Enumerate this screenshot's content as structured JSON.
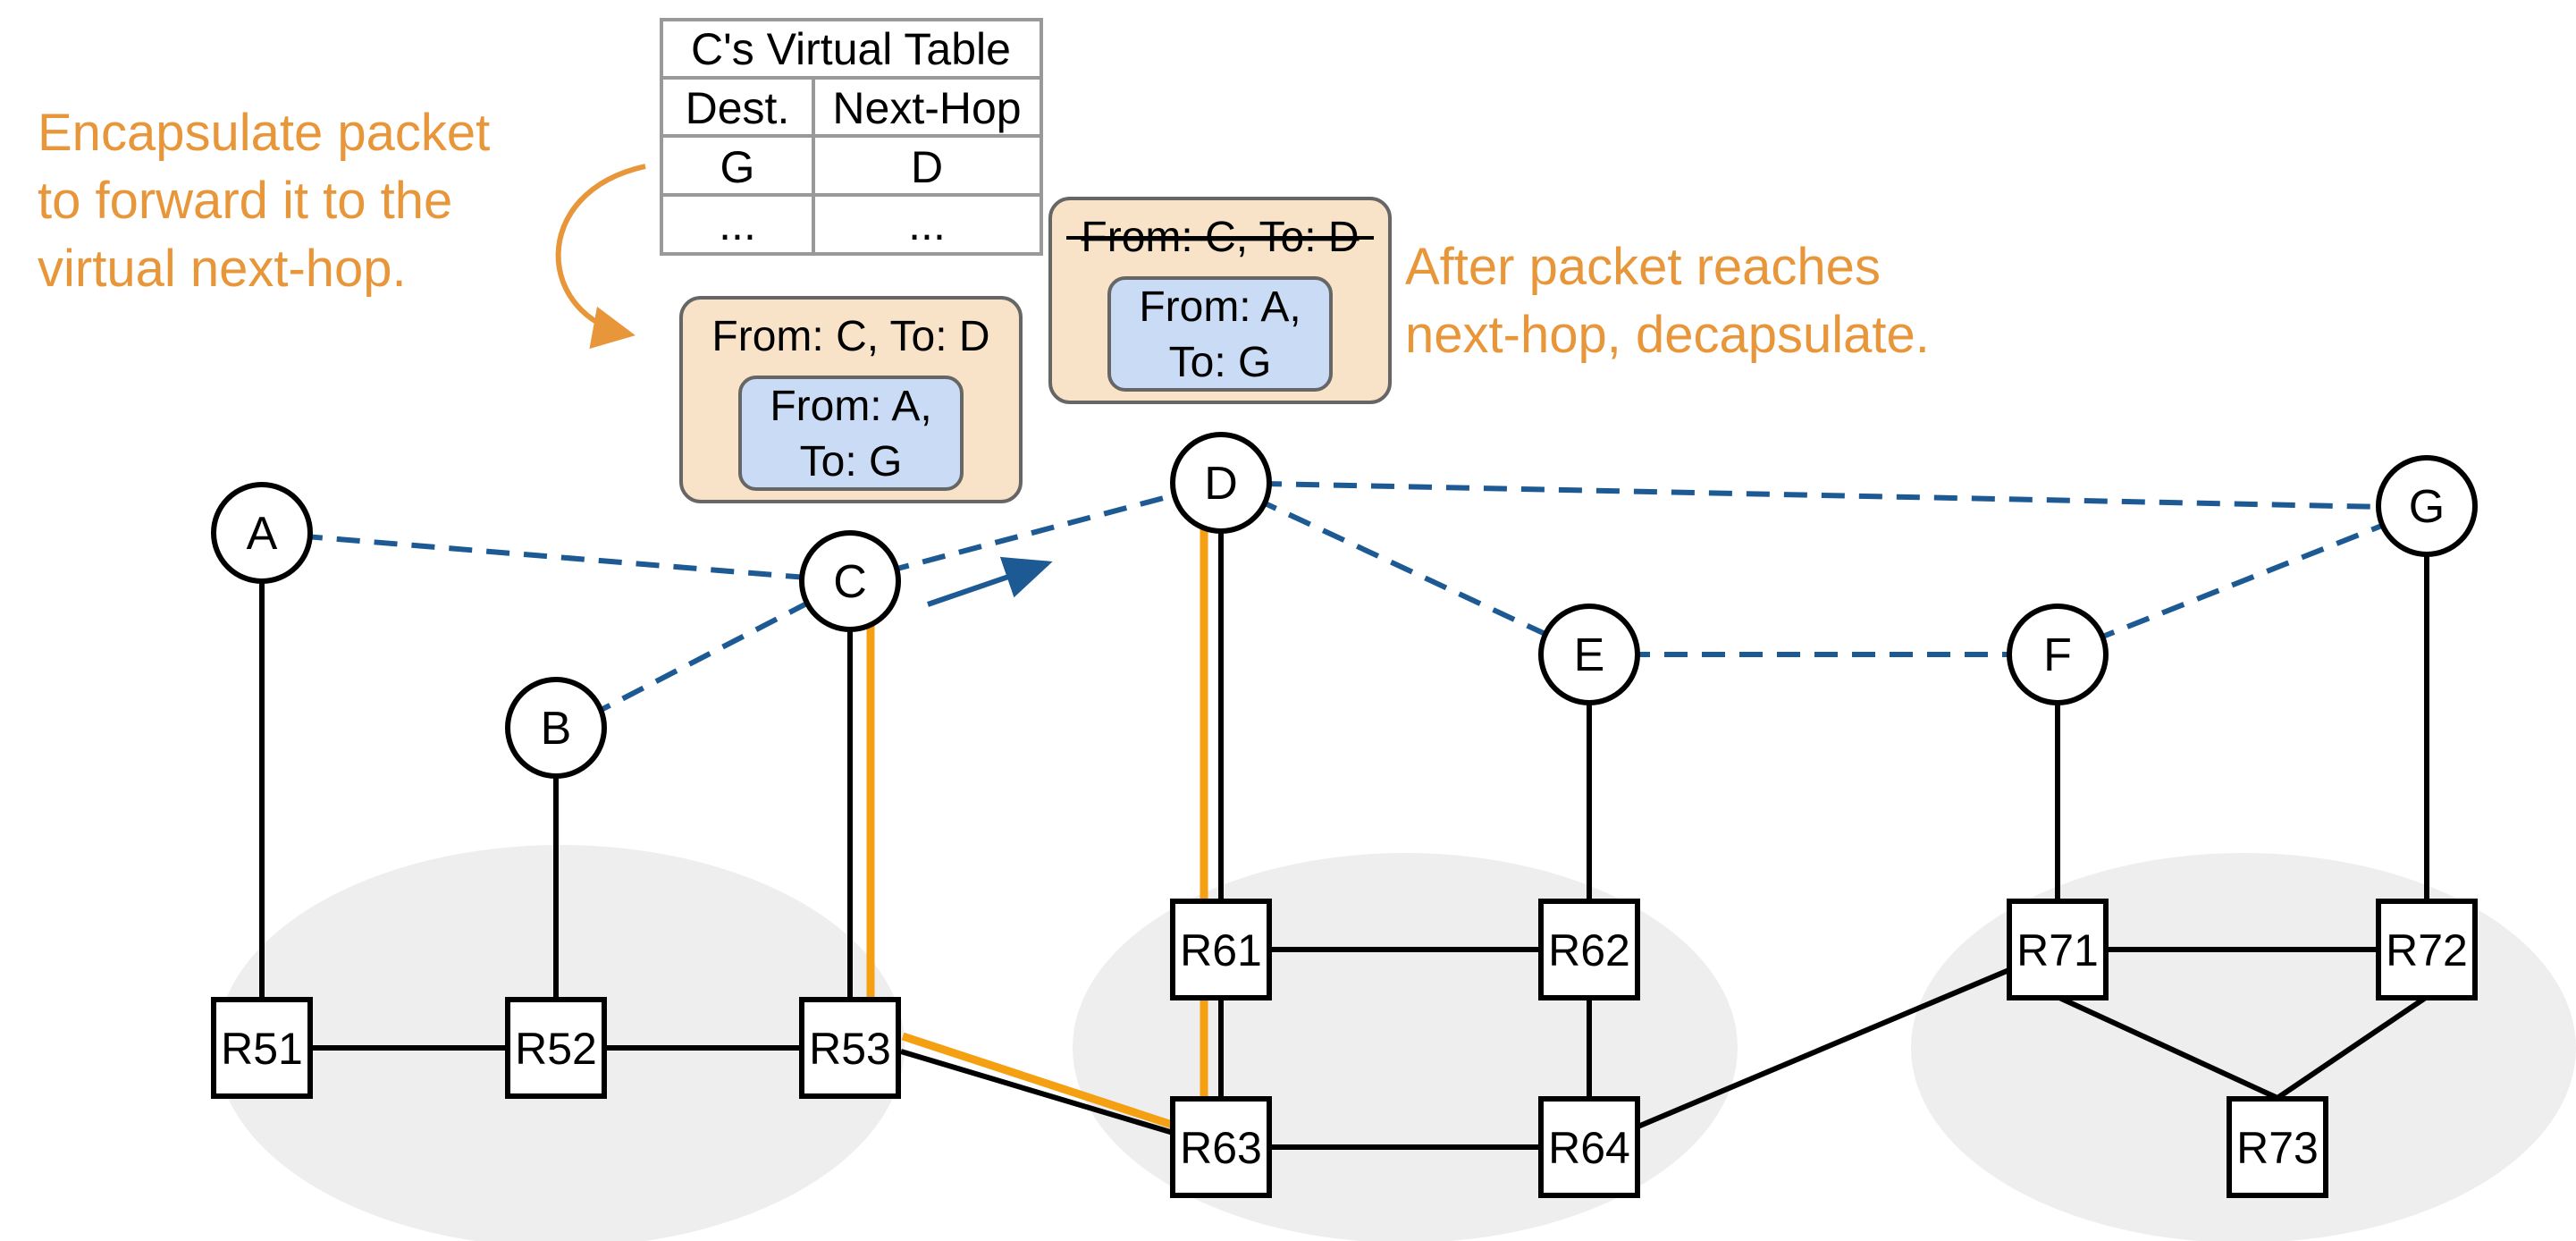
{
  "colors": {
    "annotation": "#E8963A",
    "virtual_link": "#1D5A93",
    "packet_path": "#F5A012",
    "as_region": "#EEEEEE",
    "outer_packet_fill": "#F9E3C8",
    "inner_packet_fill": "#C9DBF5"
  },
  "nodes": {
    "A": "A",
    "B": "B",
    "C": "C",
    "D": "D",
    "E": "E",
    "F": "F",
    "G": "G"
  },
  "routers": {
    "R51": "R51",
    "R52": "R52",
    "R53": "R53",
    "R61": "R61",
    "R62": "R62",
    "R63": "R63",
    "R64": "R64",
    "R71": "R71",
    "R72": "R72",
    "R73": "R73"
  },
  "virtual_table": {
    "title": "C's Virtual Table",
    "headers": [
      "Dest.",
      "Next-Hop"
    ],
    "rows": [
      [
        "G",
        "D"
      ],
      [
        "...",
        "..."
      ]
    ]
  },
  "packet_encapsulated": {
    "outer": "From: C, To: D",
    "inner_line1": "From: A,",
    "inner_line2": "To: G"
  },
  "packet_at_next_hop": {
    "outer_struck": "From: C, To: D",
    "inner_line1": "From: A,",
    "inner_line2": "To: G"
  },
  "annotations": {
    "encapsulate": [
      "Encapsulate packet",
      "to forward it to the",
      "virtual next-hop."
    ],
    "decapsulate": [
      "After packet reaches",
      "next-hop, decapsulate."
    ]
  }
}
